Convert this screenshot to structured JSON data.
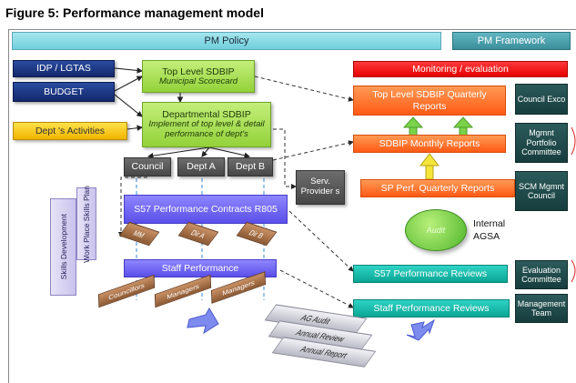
{
  "title": "Figure 5: Performance management model",
  "top_bar": {
    "policy": "PM Policy",
    "framework": "PM Framework"
  },
  "left_inputs": {
    "idp": "IDP / LGTAS",
    "budget": "BUDGET",
    "dept": "Dept 's Activities"
  },
  "sdbip": {
    "top_level": "Top Level SDBIP",
    "top_level_sub": "Municipal Scorecard",
    "departmental": "Departmental SDBIP",
    "departmental_sub": "Implement of top level & detail performance of dept's"
  },
  "units": {
    "council": "Council",
    "dept_a": "Dept A",
    "dept_b": "Dept B",
    "serv": "Serv. Provider s"
  },
  "contracts": {
    "label": "S57 Performance Contracts R805",
    "mm": "MM",
    "dir_a": "Dir A",
    "dir_b": "Dir B"
  },
  "staff": {
    "label": "Staff Performance",
    "councillors": "Councillors",
    "managers": "Managers",
    "managers2": "Managers"
  },
  "skills": {
    "development": "Skills Development",
    "workplace": "Work Place Skills Plan"
  },
  "monitoring": {
    "header": "Monitoring / evaluation",
    "quarterly": "Top Level SDBIP Quarterly Reports",
    "monthly": "SDBIP Monthly Reports",
    "sp_quarterly": "SP Perf. Quarterly Reports",
    "s57_reviews": "S57 Performance Reviews",
    "staff_reviews": "Staff Performance Reviews"
  },
  "committees": {
    "council_exco": "Council Exco",
    "mgmnt_portfolio": "Mgmnt Portfolio Committee",
    "scm": "SCM Mgmnt Council",
    "evaluation": "Evaluation Committee",
    "management_team": "Management Team"
  },
  "audit": {
    "circle": "Audit",
    "internal": "Internal",
    "agsa": "AGSA"
  },
  "reports": {
    "ag_audit": "AG Audit",
    "annual_review": "Annual Review",
    "annual_report": "Annual Report"
  }
}
